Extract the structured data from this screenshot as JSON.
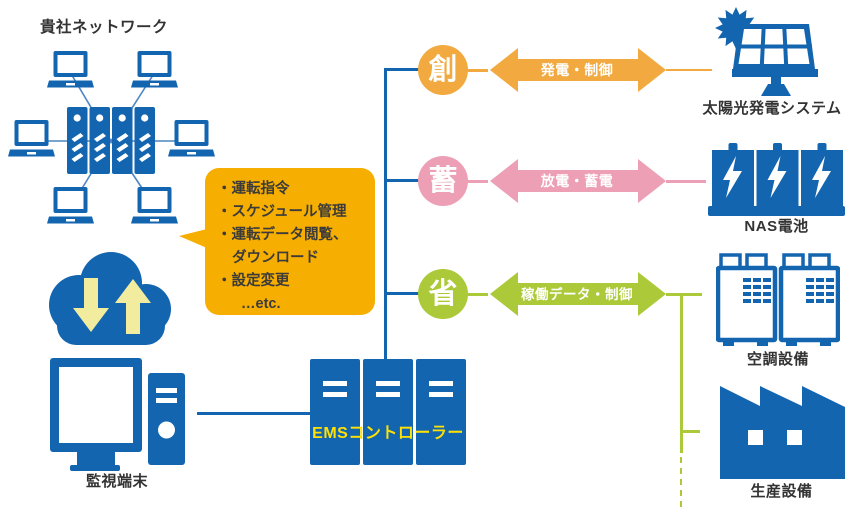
{
  "colors": {
    "blue": "#1365B0",
    "line_blue": "#4C86C4",
    "orange": "#F2A93F",
    "bubble_orange": "#F6AE00",
    "pink": "#EC9FB5",
    "green": "#ABC938",
    "pale_yellow": "#F2EC9F",
    "ems_text_yellow": "#FFE104",
    "label_text": "#333333"
  },
  "network": {
    "title": "貴社ネットワーク"
  },
  "bubble": {
    "lines": [
      "・運転指令",
      "・スケジュール管理",
      "・運転データ閲覧、",
      "ダウンロード",
      "・設定変更",
      "…etc."
    ]
  },
  "terminal": {
    "label": "監視端末"
  },
  "ems": {
    "label": "EMSコントローラー"
  },
  "branches": [
    {
      "badge": "創",
      "arrow": "発電・制御"
    },
    {
      "badge": "蓄",
      "arrow": "放電・蓄電"
    },
    {
      "badge": "省",
      "arrow": "稼働データ・制御"
    }
  ],
  "targets": [
    {
      "label": "太陽光発電システム"
    },
    {
      "label": "NAS電池"
    },
    {
      "label": "空調設備"
    },
    {
      "label": "生産設備"
    }
  ]
}
